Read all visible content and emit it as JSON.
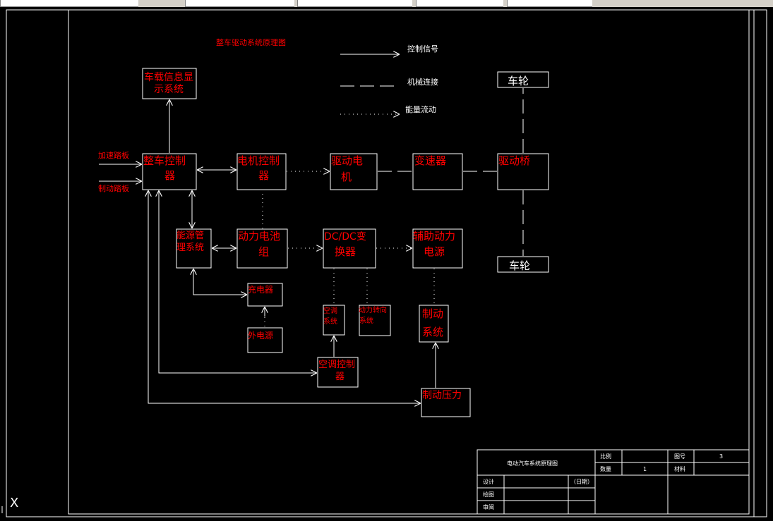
{
  "diagram": {
    "title": "整车驱动系统原理图",
    "legend": {
      "control": "控制信号",
      "mechanical": "机械连接",
      "energy": "能量流动"
    },
    "inputs": {
      "accel": "加速踏板",
      "brake": "制动踏板"
    },
    "blocks": {
      "display": [
        "车载信息显",
        "示系统"
      ],
      "vcu": [
        "整车控制",
        "器"
      ],
      "mcu": [
        "电机控制",
        "器"
      ],
      "motor": [
        "驱动电",
        "机"
      ],
      "gearbox": [
        "变速器"
      ],
      "axle": [
        "驱动桥"
      ],
      "wheel_top": [
        "车轮"
      ],
      "wheel_bottom": [
        "车轮"
      ],
      "bms": [
        "能源管",
        "理系统"
      ],
      "battery": [
        "动力电池",
        "组"
      ],
      "dcdc": [
        "DC/DC变",
        "换器"
      ],
      "aux_power": [
        "辅助动力",
        "电源"
      ],
      "charger": [
        "充电器"
      ],
      "external": [
        "外电源"
      ],
      "ac_system": [
        "空调",
        "系统"
      ],
      "power_steer": [
        "动力转向",
        "系统"
      ],
      "brake_system": [
        "制动",
        "系统"
      ],
      "ac_ctrl": [
        "空调控制",
        "器"
      ],
      "brake_pressure": [
        "制动压力"
      ]
    }
  },
  "title_block": {
    "drawing_name": "电动汽车系统原理图",
    "scale_label": "比例",
    "scale_value": "",
    "figure_no_label": "图号",
    "figure_no_value": "3",
    "qty_label": "数量",
    "qty_value": "1",
    "material_label": "材料",
    "material_value": "",
    "design_label": "设计",
    "date_label": "（日期）",
    "draw_label": "绘图",
    "review_label": "审阅"
  },
  "ucs_label": "X",
  "colors": {
    "background": "#000000",
    "line": "#ffffff",
    "label": "#ff0000"
  }
}
